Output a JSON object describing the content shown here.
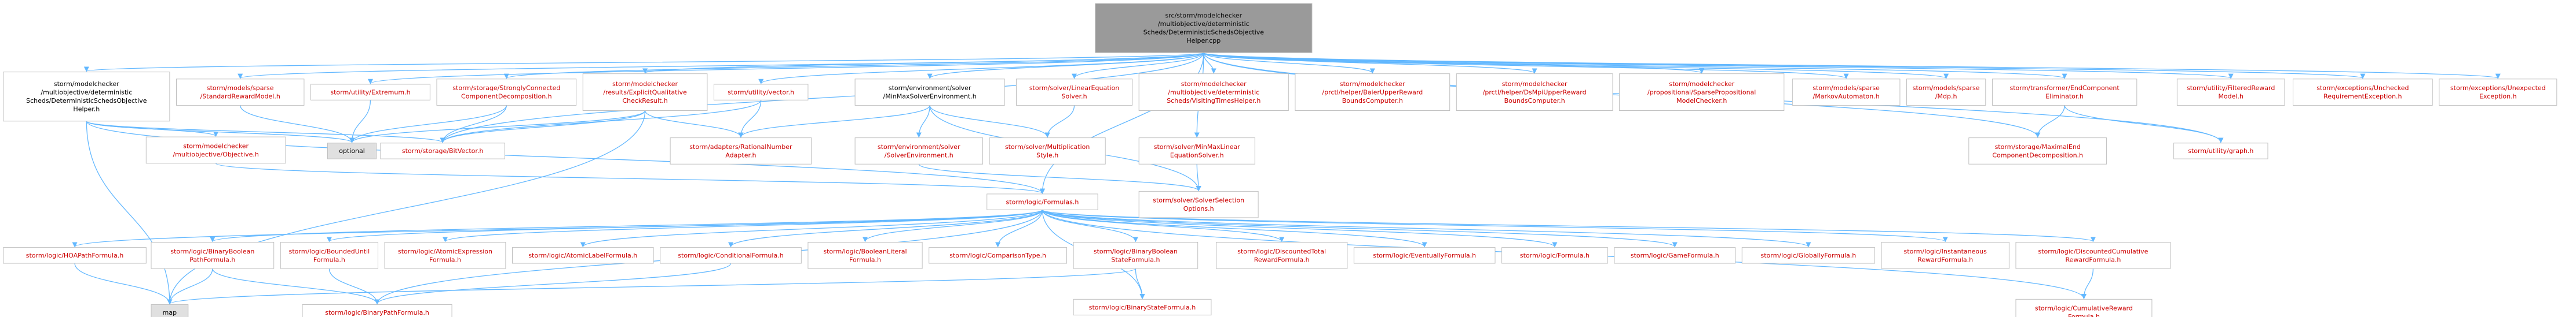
{
  "colors": {
    "root_fill": "#9a9a9a",
    "normal_fill": "#ffffff",
    "missing_fill": "#e0e0e0",
    "box_border": "#bfbfbf",
    "edge": "#63b8ff",
    "red_text": "#cc0000",
    "black_text": "#000000"
  },
  "nodes": [
    {
      "id": "root",
      "kind": "root",
      "lines": [
        "src/storm/modelchecker",
        "/multiobjective/deterministic",
        "Scheds/DeterministicSchedsObjective",
        "Helper.cpp"
      ]
    },
    {
      "id": "helper_h",
      "kind": "normal",
      "lines": [
        "storm/modelchecker",
        "/multiobjective/deterministic",
        "Scheds/DeterministicSchedsObjective",
        "Helper.h"
      ]
    },
    {
      "id": "std_reward",
      "kind": "red",
      "lines": [
        "storm/models/sparse",
        "/StandardRewardModel.h"
      ]
    },
    {
      "id": "extremum",
      "kind": "red",
      "lines": [
        "storm/utility/Extremum.h"
      ]
    },
    {
      "id": "scc",
      "kind": "red",
      "lines": [
        "storm/storage/StronglyConnected",
        "ComponentDecomposition.h"
      ]
    },
    {
      "id": "explicit_qual",
      "kind": "red",
      "lines": [
        "storm/modelchecker",
        "/results/ExplicitQualitative",
        "CheckResult.h"
      ]
    },
    {
      "id": "vector",
      "kind": "red",
      "lines": [
        "storm/utility/vector.h"
      ]
    },
    {
      "id": "minmax_env",
      "kind": "normal",
      "lines": [
        "storm/environment/solver",
        "/MinMaxSolverEnvironment.h"
      ]
    },
    {
      "id": "lin_eq",
      "kind": "red",
      "lines": [
        "storm/solver/LinearEquation",
        "Solver.h"
      ]
    },
    {
      "id": "visiting_times",
      "kind": "red",
      "lines": [
        "storm/modelchecker",
        "/multiobjective/deterministic",
        "Scheds/VisitingTimesHelper.h"
      ]
    },
    {
      "id": "baier_upper",
      "kind": "red",
      "lines": [
        "storm/modelchecker",
        "/prctl/helper/BaierUpperReward",
        "BoundsComputer.h"
      ]
    },
    {
      "id": "dsmpi_upper",
      "kind": "red",
      "lines": [
        "storm/modelchecker",
        "/prctl/helper/DsMpiUpperReward",
        "BoundsComputer.h"
      ]
    },
    {
      "id": "sparse_prop",
      "kind": "red",
      "lines": [
        "storm/modelchecker",
        "/propositional/SparsePropositional",
        "ModelChecker.h"
      ]
    },
    {
      "id": "markov",
      "kind": "red",
      "lines": [
        "storm/models/sparse",
        "/MarkovAutomaton.h"
      ]
    },
    {
      "id": "mdp",
      "kind": "red",
      "lines": [
        "storm/models/sparse",
        "/Mdp.h"
      ]
    },
    {
      "id": "transformer",
      "kind": "red",
      "lines": [
        "storm/transformer/EndComponent",
        "Eliminator.h"
      ]
    },
    {
      "id": "filtered_reward",
      "kind": "red",
      "lines": [
        "storm/utility/FilteredReward",
        "Model.h"
      ]
    },
    {
      "id": "unchecked_exc",
      "kind": "red",
      "lines": [
        "storm/exceptions/Unchecked",
        "RequirementException.h"
      ]
    },
    {
      "id": "unexpected_exc",
      "kind": "red",
      "lines": [
        "storm/exceptions/Unexpected",
        "Exception.h"
      ]
    },
    {
      "id": "mo_objective",
      "kind": "red",
      "lines": [
        "storm/modelchecker",
        "/multiobjective/Objective.h"
      ]
    },
    {
      "id": "optional",
      "kind": "missing",
      "lines": [
        "optional"
      ]
    },
    {
      "id": "bitvector",
      "kind": "red",
      "lines": [
        "storm/storage/BitVector.h"
      ]
    },
    {
      "id": "rational_number",
      "kind": "red",
      "lines": [
        "storm/adapters/RationalNumber",
        "Adapter.h"
      ]
    },
    {
      "id": "solver_env",
      "kind": "red",
      "lines": [
        "storm/environment/solver",
        "/SolverEnvironment.h"
      ]
    },
    {
      "id": "mult_style",
      "kind": "red",
      "lines": [
        "storm/solver/Multiplication",
        "Style.h"
      ]
    },
    {
      "id": "minmax_lin_eq",
      "kind": "red",
      "lines": [
        "storm/solver/MinMaxLinear",
        "EquationSolver.h"
      ]
    },
    {
      "id": "max_ec",
      "kind": "red",
      "lines": [
        "storm/storage/MaximalEnd",
        "ComponentDecomposition.h"
      ]
    },
    {
      "id": "graph_h",
      "kind": "red",
      "lines": [
        "storm/utility/graph.h"
      ]
    },
    {
      "id": "formulas",
      "kind": "red",
      "lines": [
        "storm/logic/Formulas.h"
      ]
    },
    {
      "id": "solver_sel",
      "kind": "red",
      "lines": [
        "storm/solver/SolverSelection",
        "Options.h"
      ]
    },
    {
      "id": "hoa_path",
      "kind": "red",
      "lines": [
        "storm/logic/HOAPathFormula.h"
      ]
    },
    {
      "id": "bin_bool_path",
      "kind": "red",
      "lines": [
        "storm/logic/BinaryBoolean",
        "PathFormula.h"
      ]
    },
    {
      "id": "bounded_until",
      "kind": "red",
      "lines": [
        "storm/logic/BoundedUntil",
        "Formula.h"
      ]
    },
    {
      "id": "atomic_expr",
      "kind": "red",
      "lines": [
        "storm/logic/AtomicExpression",
        "Formula.h"
      ]
    },
    {
      "id": "atomic_label",
      "kind": "red",
      "lines": [
        "storm/logic/AtomicLabelFormula.h"
      ]
    },
    {
      "id": "conditional",
      "kind": "red",
      "lines": [
        "storm/logic/ConditionalFormula.h"
      ]
    },
    {
      "id": "bool_literal",
      "kind": "red",
      "lines": [
        "storm/logic/BooleanLiteral",
        "Formula.h"
      ]
    },
    {
      "id": "comparison",
      "kind": "red",
      "lines": [
        "storm/logic/ComparisonType.h"
      ]
    },
    {
      "id": "bin_bool_state",
      "kind": "red",
      "lines": [
        "storm/logic/BinaryBoolean",
        "StateFormula.h"
      ]
    },
    {
      "id": "disc_total",
      "kind": "red",
      "lines": [
        "storm/logic/DiscountedTotal",
        "RewardFormula.h"
      ]
    },
    {
      "id": "eventually",
      "kind": "red",
      "lines": [
        "storm/logic/EventuallyFormula.h"
      ]
    },
    {
      "id": "formula_h",
      "kind": "red",
      "lines": [
        "storm/logic/Formula.h"
      ]
    },
    {
      "id": "game_formula",
      "kind": "red",
      "lines": [
        "storm/logic/GameFormula.h"
      ]
    },
    {
      "id": "globally",
      "kind": "red",
      "lines": [
        "storm/logic/GloballyFormula.h"
      ]
    },
    {
      "id": "instantaneous",
      "kind": "red",
      "lines": [
        "storm/logic/Instantaneous",
        "RewardFormula.h"
      ]
    },
    {
      "id": "disc_cumulative",
      "kind": "red",
      "lines": [
        "storm/logic/DiscountedCumulative",
        "RewardFormula.h"
      ]
    },
    {
      "id": "map",
      "kind": "missing",
      "lines": [
        "map"
      ]
    },
    {
      "id": "binary_path",
      "kind": "red",
      "lines": [
        "storm/logic/BinaryPathFormula.h"
      ]
    },
    {
      "id": "binary_state",
      "kind": "red",
      "lines": [
        "storm/logic/BinaryStateFormula.h"
      ]
    },
    {
      "id": "cumulative",
      "kind": "red",
      "lines": [
        "storm/logic/CumulativeReward",
        "Formula.h"
      ]
    }
  ],
  "edges": [
    [
      "root",
      "helper_h"
    ],
    [
      "root",
      "std_reward"
    ],
    [
      "root",
      "extremum"
    ],
    [
      "root",
      "scc"
    ],
    [
      "root",
      "explicit_qual"
    ],
    [
      "root",
      "vector"
    ],
    [
      "root",
      "minmax_env"
    ],
    [
      "root",
      "lin_eq"
    ],
    [
      "root",
      "visiting_times"
    ],
    [
      "root",
      "baier_upper"
    ],
    [
      "root",
      "dsmpi_upper"
    ],
    [
      "root",
      "sparse_prop"
    ],
    [
      "root",
      "markov"
    ],
    [
      "root",
      "mdp"
    ],
    [
      "root",
      "transformer"
    ],
    [
      "root",
      "filtered_reward"
    ],
    [
      "root",
      "unchecked_exc"
    ],
    [
      "root",
      "unexpected_exc"
    ],
    [
      "root",
      "bitvector"
    ],
    [
      "root",
      "minmax_lin_eq"
    ],
    [
      "root",
      "max_ec"
    ],
    [
      "root",
      "graph_h"
    ],
    [
      "root",
      "formulas"
    ],
    [
      "helper_h",
      "mo_objective"
    ],
    [
      "helper_h",
      "optional"
    ],
    [
      "helper_h",
      "bitvector"
    ],
    [
      "helper_h",
      "map"
    ],
    [
      "helper_h",
      "formulas"
    ],
    [
      "std_reward",
      "optional"
    ],
    [
      "extremum",
      "optional"
    ],
    [
      "scc",
      "bitvector"
    ],
    [
      "scc",
      "optional"
    ],
    [
      "explicit_qual",
      "bitvector"
    ],
    [
      "explicit_qual",
      "rational_number"
    ],
    [
      "explicit_qual",
      "optional"
    ],
    [
      "explicit_qual",
      "map"
    ],
    [
      "vector",
      "bitvector"
    ],
    [
      "vector",
      "rational_number"
    ],
    [
      "minmax_env",
      "rational_number"
    ],
    [
      "minmax_env",
      "solver_env"
    ],
    [
      "minmax_env",
      "mult_style"
    ],
    [
      "minmax_env",
      "solver_sel"
    ],
    [
      "lin_eq",
      "mult_style"
    ],
    [
      "minmax_lin_eq",
      "solver_sel"
    ],
    [
      "transformer",
      "max_ec"
    ],
    [
      "transformer",
      "graph_h"
    ],
    [
      "mo_objective",
      "formulas"
    ],
    [
      "solver_env",
      "solver_sel"
    ],
    [
      "formulas",
      "hoa_path"
    ],
    [
      "formulas",
      "bin_bool_path"
    ],
    [
      "formulas",
      "bounded_until"
    ],
    [
      "formulas",
      "atomic_expr"
    ],
    [
      "formulas",
      "atomic_label"
    ],
    [
      "formulas",
      "conditional"
    ],
    [
      "formulas",
      "bool_literal"
    ],
    [
      "formulas",
      "comparison"
    ],
    [
      "formulas",
      "bin_bool_state"
    ],
    [
      "formulas",
      "disc_total"
    ],
    [
      "formulas",
      "eventually"
    ],
    [
      "formulas",
      "formula_h"
    ],
    [
      "formulas",
      "game_formula"
    ],
    [
      "formulas",
      "globally"
    ],
    [
      "formulas",
      "instantaneous"
    ],
    [
      "formulas",
      "disc_cumulative"
    ],
    [
      "formulas",
      "binary_path"
    ],
    [
      "formulas",
      "binary_state"
    ],
    [
      "formulas",
      "cumulative"
    ],
    [
      "bin_bool_path",
      "binary_path"
    ],
    [
      "bin_bool_path",
      "map"
    ],
    [
      "bounded_until",
      "binary_path"
    ],
    [
      "conditional",
      "binary_path"
    ],
    [
      "bin_bool_state",
      "binary_state"
    ],
    [
      "bin_bool_state",
      "map"
    ],
    [
      "hoa_path",
      "map"
    ],
    [
      "disc_cumulative",
      "cumulative"
    ]
  ]
}
